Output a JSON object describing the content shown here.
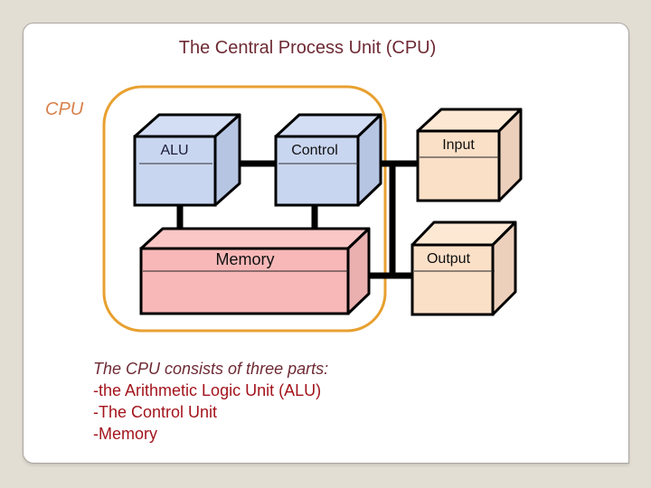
{
  "slide": {
    "title": "The Central Process Unit (CPU)",
    "group_label": "CPU",
    "colors": {
      "background": "#e3ded4",
      "title": "#6e2a34",
      "group_outline": "#e8a030",
      "group_label": "#d8804a",
      "cpu_block": "#c9d6f0",
      "memory_block": "#f8b8b8",
      "io_block": "#fbe0c8",
      "caption_heading": "#6e2a34",
      "caption_items": "#a3141c"
    }
  },
  "diagram": {
    "blocks": {
      "alu": "ALU",
      "control": "Control",
      "memory": "Memory",
      "input": "Input",
      "output": "Output"
    }
  },
  "caption": {
    "heading": "The CPU consists of three parts:",
    "items": [
      "-the Arithmetic Logic Unit (ALU)",
      "-The Control Unit",
      "-Memory"
    ]
  }
}
